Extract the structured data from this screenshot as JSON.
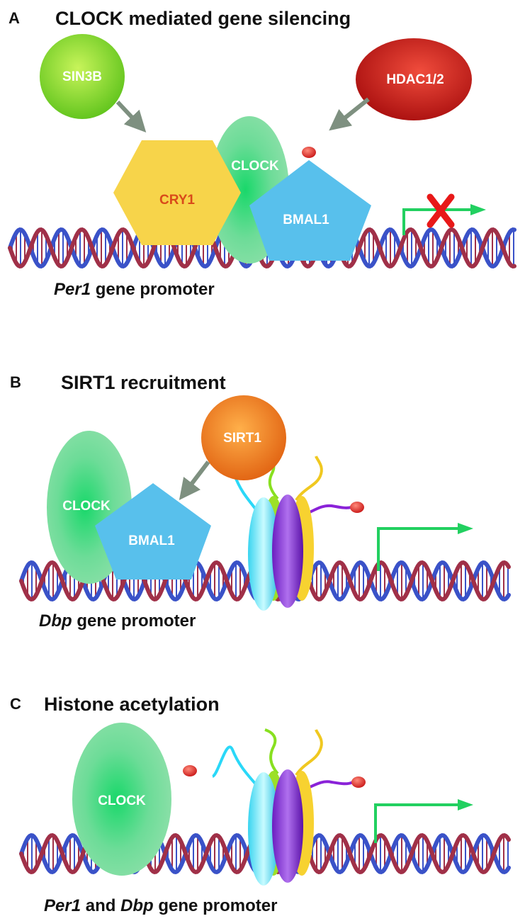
{
  "panels": [
    {
      "letter": "A",
      "title": "CLOCK mediated gene silencing",
      "labels": {
        "sin3b": "SIN3B",
        "hdac": "HDAC1/2",
        "clock": "CLOCK",
        "cry1": "CRY1",
        "bmal1": "BMAL1"
      },
      "caption": {
        "gene": "Per1",
        "rest": " gene promoter"
      },
      "transcription": "blocked"
    },
    {
      "letter": "B",
      "title": "SIRT1 recruitment",
      "labels": {
        "sirt1": "SIRT1",
        "clock": "CLOCK",
        "bmal1": "BMAL1"
      },
      "caption": {
        "gene": "Dbp",
        "rest": " gene promoter"
      },
      "transcription": "active"
    },
    {
      "letter": "C",
      "title": "Histone acetylation",
      "labels": {
        "clock": "CLOCK"
      },
      "caption": {
        "gene1": "Per1",
        "mid": " and ",
        "gene2": "Dbp",
        "rest": " gene promoter"
      },
      "transcription": "active"
    }
  ],
  "colors": {
    "dna_strand_red": "#a03048",
    "dna_strand_blue": "#3a52c8",
    "clock": "#60d890",
    "cry1": "#f7d44a",
    "bmal1": "#58c0ec",
    "sin3b": "#86d630",
    "hdac": "#c81818",
    "sirt1": "#f07a18",
    "acetyl": "#e02828",
    "arrow_green": "#22d060",
    "arrow_grey": "#7e9080",
    "block_x": "#e81818"
  }
}
